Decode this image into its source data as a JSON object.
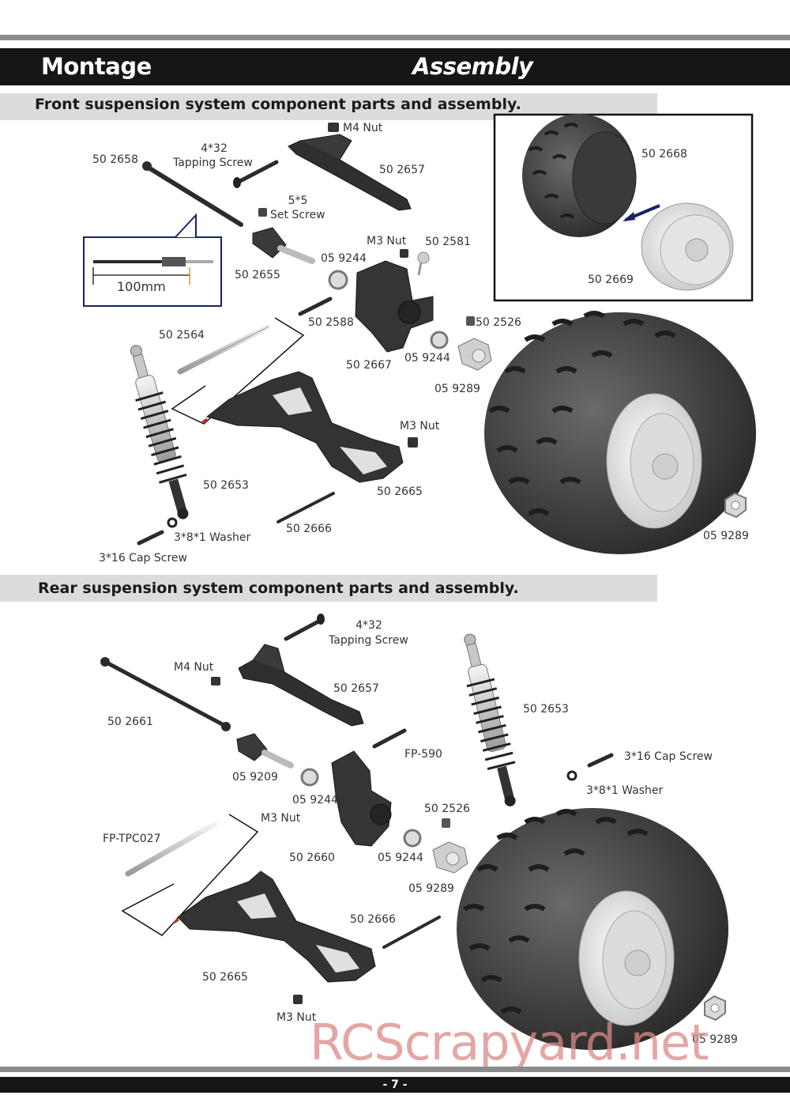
{
  "header": {
    "left_title": "Montage",
    "right_title": "Assembly"
  },
  "front": {
    "title": "Front suspension system component parts and assembly.",
    "labels": {
      "m4nut": "M4 Nut",
      "tap_size": "4*32",
      "tap_name": "Tapping Screw",
      "p2658": "50 2658",
      "p2657": "50 2657",
      "set_size": "5*5",
      "set_name": "Set Screw",
      "m3nut_a": "M3 Nut",
      "p2581": "50 2581",
      "p9244_a": "05 9244",
      "p2655": "50 2655",
      "dim": "100mm",
      "p2588": "50 2588",
      "p2564": "50 2564",
      "p2526": "50 2526",
      "p2667": "50 2667",
      "p9244_b": "05 9244",
      "p9289_a": "05 9289",
      "m3nut_b": "M3 Nut",
      "p2653": "50 2653",
      "p2665": "50 2665",
      "p2666": "50 2666",
      "washer": "3*8*1 Washer",
      "capscrew": "3*16 Cap Screw",
      "p9289_b": "05 9289",
      "p2668": "50 2668",
      "p2669": "50 2669"
    }
  },
  "rear": {
    "title": "Rear suspension system component parts and assembly.",
    "labels": {
      "tap_size": "4*32",
      "tap_name": "Tapping Screw",
      "m4nut": "M4 Nut",
      "p2657": "50 2657",
      "p2653": "50 2653",
      "p2661": "50 2661",
      "fp590": "FP-590",
      "capscrew": "3*16 Cap Screw",
      "p9209": "05 9209",
      "p9244_a": "05 9244",
      "washer": "3*8*1 Washer",
      "m3nut_a": "M3 Nut",
      "p2526": "50 2526",
      "fptpc": "FP-TPC027",
      "p2660": "50 2660",
      "p9244_b": "05 9244",
      "p9289_a": "05 9289",
      "p2666": "50 2666",
      "p2665": "50 2665",
      "m3nut_b": "M3 Nut",
      "p9289_b": "05 9289"
    }
  },
  "footer": {
    "page": "- 7 -"
  },
  "watermark": "RCScrapyard.net"
}
